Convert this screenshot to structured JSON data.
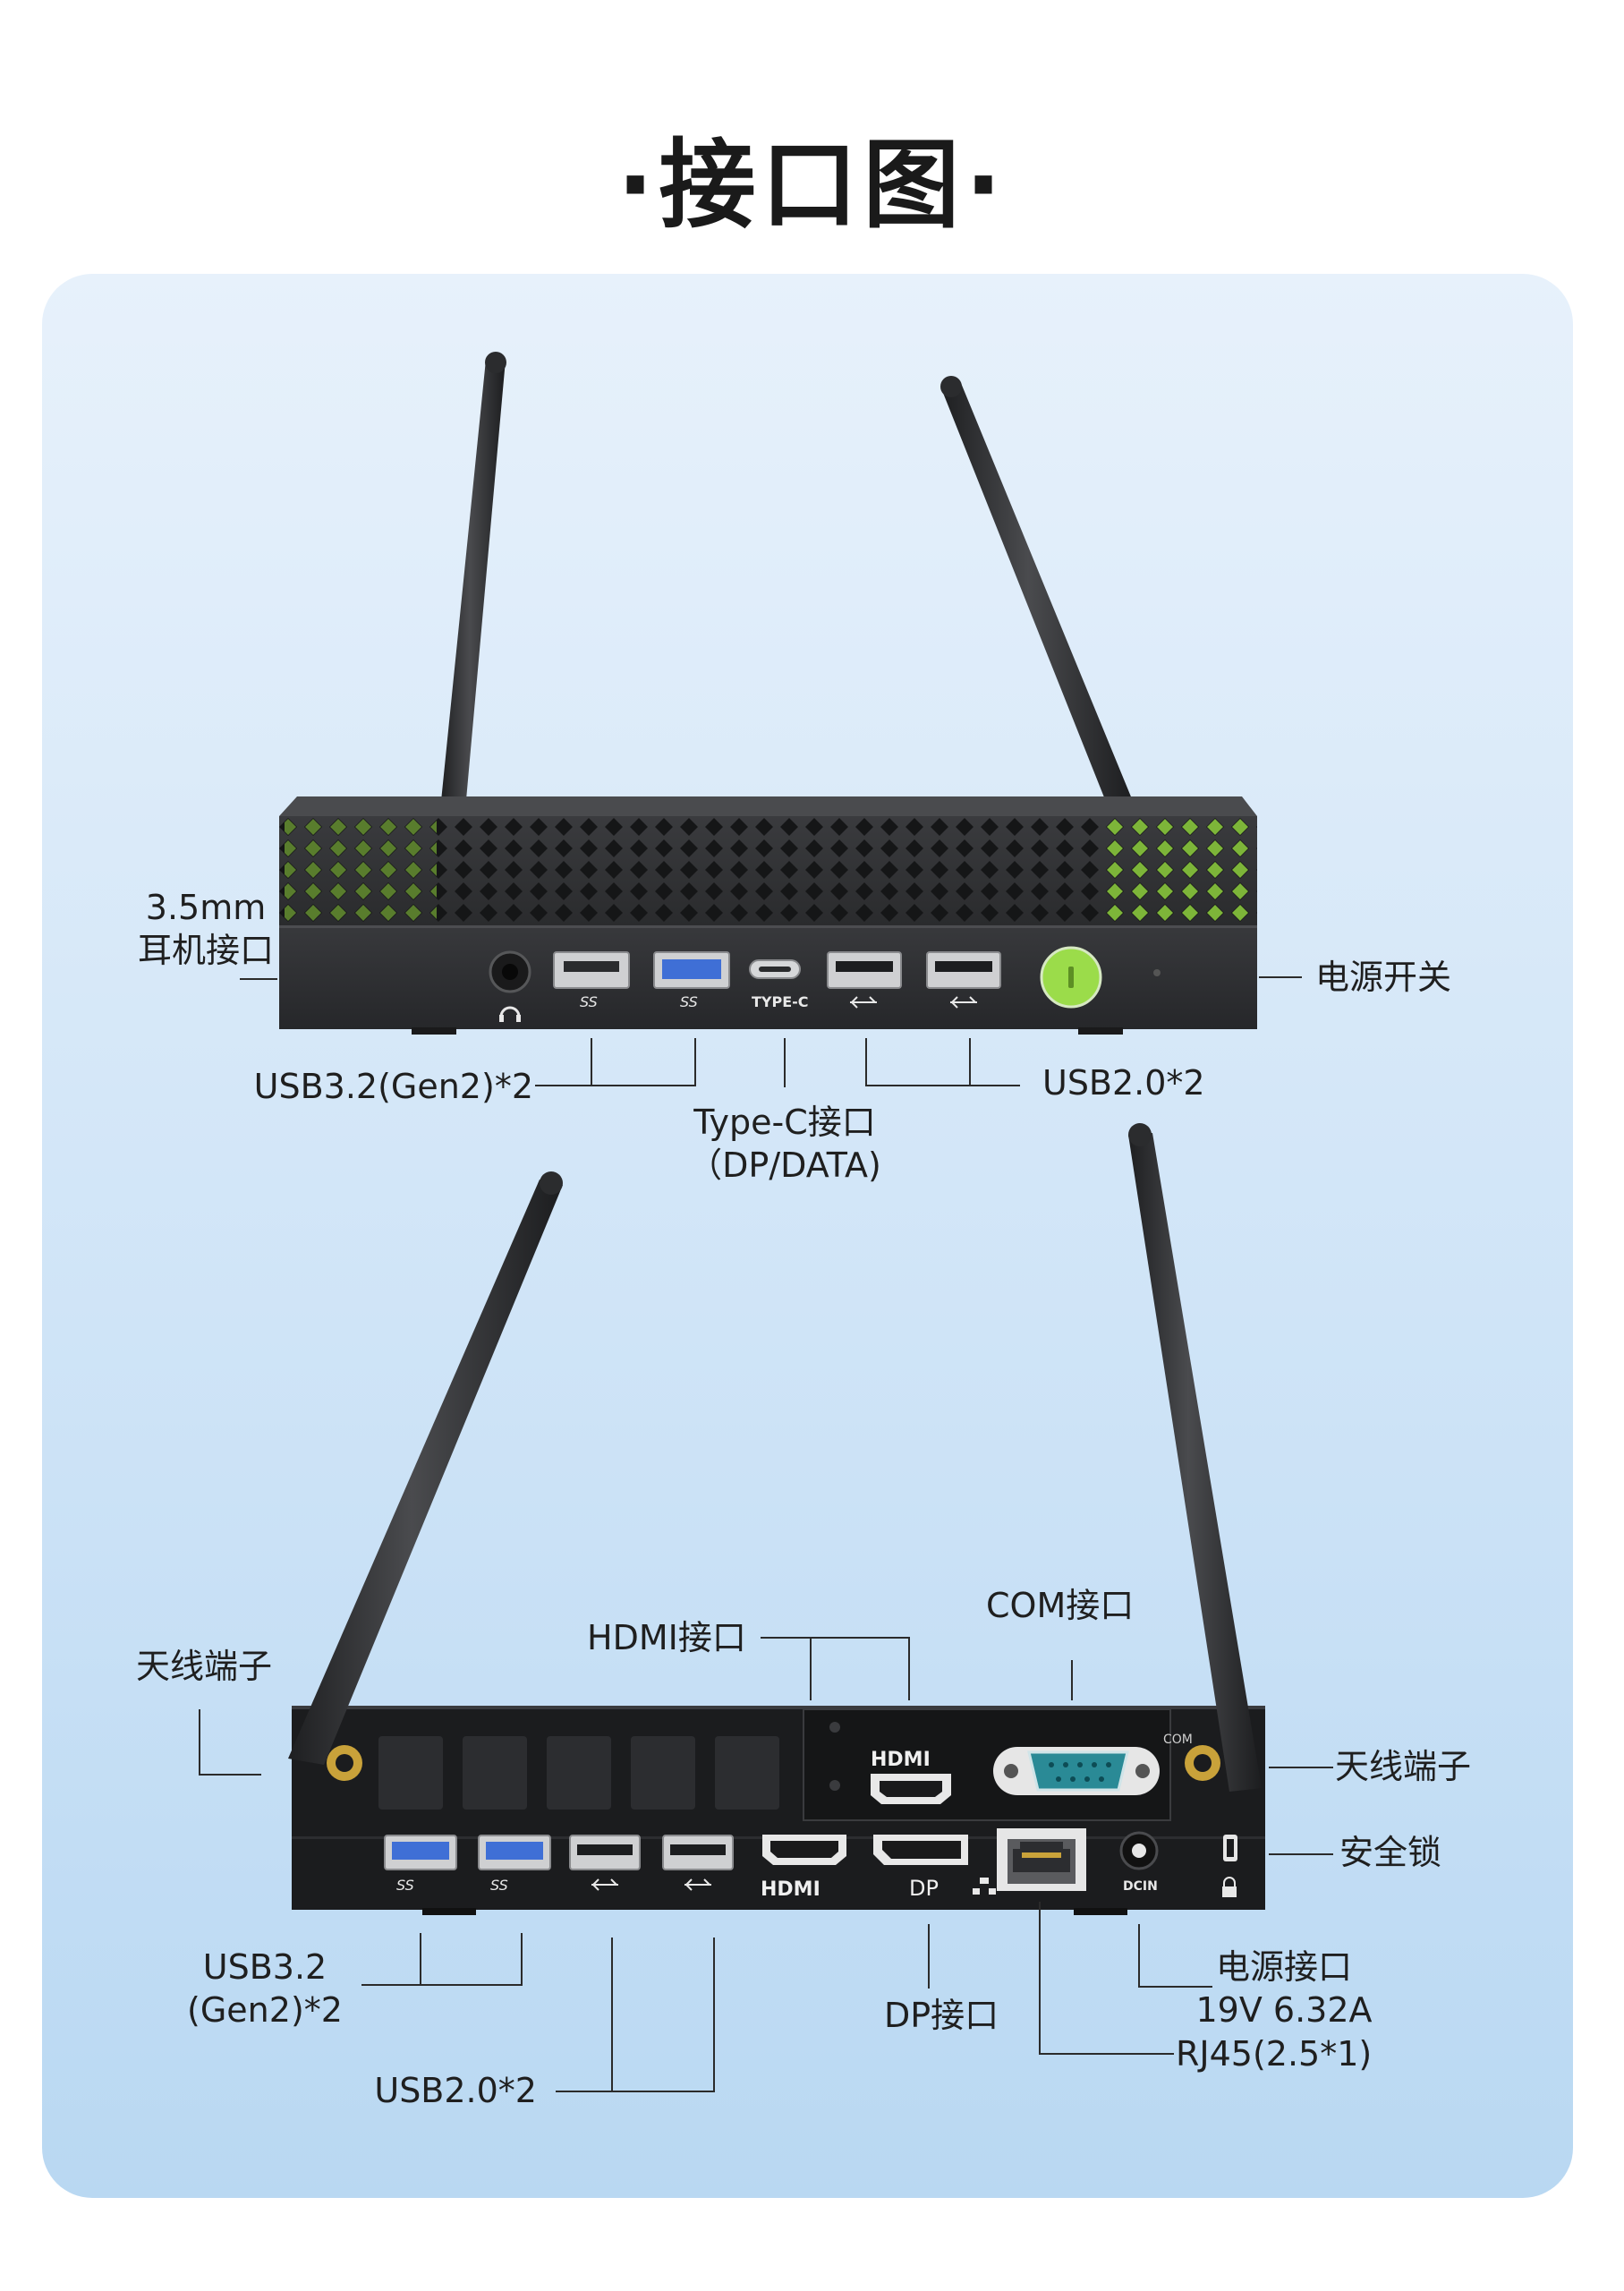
{
  "title": "·接口图·",
  "front_view": {
    "port_labels": {
      "ss1": "SS",
      "ss2": "SS",
      "typec": "TYPE-C"
    },
    "callouts": {
      "headphone_line1": "3.5mm",
      "headphone_line2": "耳机接口",
      "power_switch": "电源开关",
      "usb32": "USB3.2(Gen2)*2",
      "typec_line1": "Type-C接口",
      "typec_line2": "（DP/DATA)",
      "usb20": "USB2.0*2"
    }
  },
  "rear_view": {
    "port_labels": {
      "hdmi_top": "HDMI",
      "com": "COM",
      "ss1": "SS",
      "ss2": "SS",
      "hdmi_bottom": "HDMI",
      "dp": "DP",
      "dcin": "DCIN"
    },
    "callouts": {
      "antenna_left": "天线端子",
      "hdmi": "HDMI接口",
      "com": "COM接口",
      "antenna_right": "天线端子",
      "lock": "安全锁",
      "usb32_line1": "USB3.2",
      "usb32_line2": "(Gen2)*2",
      "usb20": "USB2.0*2",
      "dp": "DP接口",
      "power_line1": "电源接口",
      "power_line2": "19V 6.32A",
      "rj45": "RJ45(2.5*1)"
    }
  },
  "colors": {
    "device_body": "#2c2d2f",
    "vent_green": "#8fd13f",
    "usb3_blue": "#3f6fd6",
    "power_button": "#9bdc4a",
    "com_teal": "#2a8a96",
    "antenna_gold": "#c9a23a"
  }
}
